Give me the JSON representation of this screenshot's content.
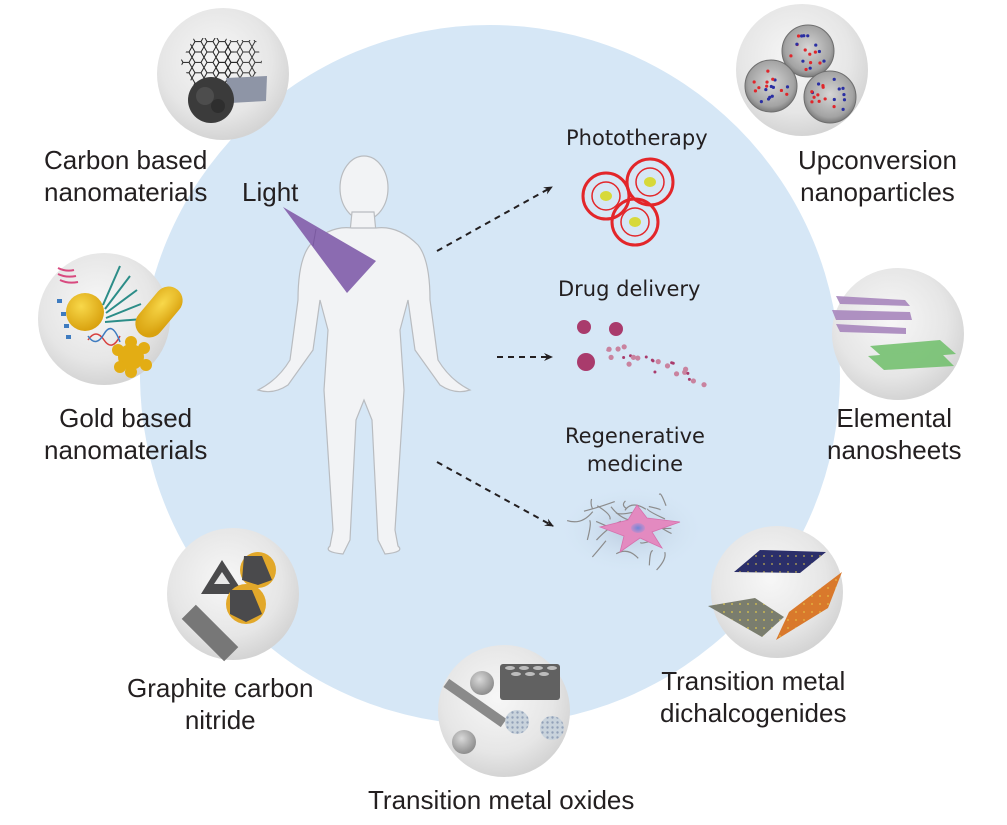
{
  "figure": {
    "title": "Nanomaterials for light-based biomedical applications",
    "center": {
      "light_label": "Light",
      "applications": [
        {
          "id": "phototherapy",
          "label_lines": [
            "Phototherapy"
          ]
        },
        {
          "id": "drug-delivery",
          "label_lines": [
            "Drug delivery"
          ]
        },
        {
          "id": "regenerative-medicine",
          "label_lines": [
            "Regenerative",
            "medicine"
          ]
        }
      ]
    },
    "materials": [
      {
        "id": "carbon-based",
        "label_lines": [
          "Carbon based",
          "nanomaterials"
        ]
      },
      {
        "id": "upconversion",
        "label_lines": [
          "Upconversion",
          "nanoparticles"
        ]
      },
      {
        "id": "gold-based",
        "label_lines": [
          "Gold based",
          "nanomaterials"
        ]
      },
      {
        "id": "elemental-nanosheets",
        "label_lines": [
          "Elemental",
          "nanosheets"
        ]
      },
      {
        "id": "graphite-carbon-nitride",
        "label_lines": [
          "Graphite carbon",
          "nitride"
        ]
      },
      {
        "id": "tmd",
        "label_lines": [
          "Transition metal",
          "dichalcogenides"
        ]
      },
      {
        "id": "tmo",
        "label_lines": [
          "Transition metal oxides"
        ]
      }
    ],
    "colors": {
      "center_circle": "#d6e7f6",
      "light_beam": "#8b6bb1",
      "phototherapy_ring": "#e3262a",
      "phototherapy_core": "#d7d93a",
      "drug_particle": "#a93b6c",
      "drug_particle_light": "#c9839f",
      "cell": "#e38ac0",
      "nucleus": "#7c8fd6",
      "gold": "#e9b914",
      "elemental_purple": "#a887bd",
      "elemental_green": "#6fbf6a",
      "tmd_navy": "#2b2f6a",
      "tmd_gray": "#7a7d6e",
      "tmd_orange": "#d9792c",
      "gcn_dark": "#4a4a4c",
      "gcn_gold": "#e2a82a",
      "ucnp_red": "#e0262b",
      "ucnp_blue": "#2a2fa3"
    }
  }
}
